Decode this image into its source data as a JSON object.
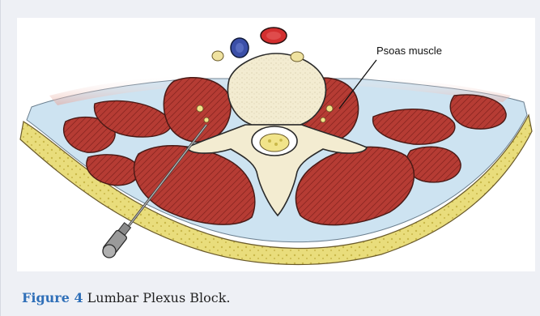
{
  "figure": {
    "label": "Psoas muscle",
    "caption_number": "Figure 4",
    "caption_text": "Lumbar Plexus Block."
  },
  "colors": {
    "muscle": "#b63c34",
    "fat": "#e9dd7c",
    "bone": "#f3ecd1",
    "fascia": "#cde3f1",
    "caption_accent": "#2f6fb8",
    "artery": "#d32f2f",
    "vein": "#3b4fa8"
  }
}
